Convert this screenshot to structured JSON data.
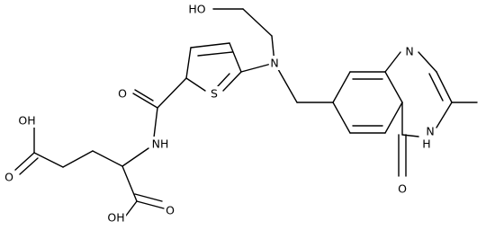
{
  "structure": {
    "labels": {
      "hydroxy_top": "HO",
      "nitrogen_amine": "N",
      "sulfur": "S",
      "oxygen_amide": "O",
      "nh_amide": "NH",
      "oh_acid_top": "OH",
      "oxygen_acid_top": "O",
      "oh_acid_bottom": "OH",
      "oxygen_acid_bottom": "O",
      "nitrogen_ring": "N",
      "nh_ring": "N",
      "h_ring": "H",
      "oxygen_ketone": "O"
    }
  }
}
